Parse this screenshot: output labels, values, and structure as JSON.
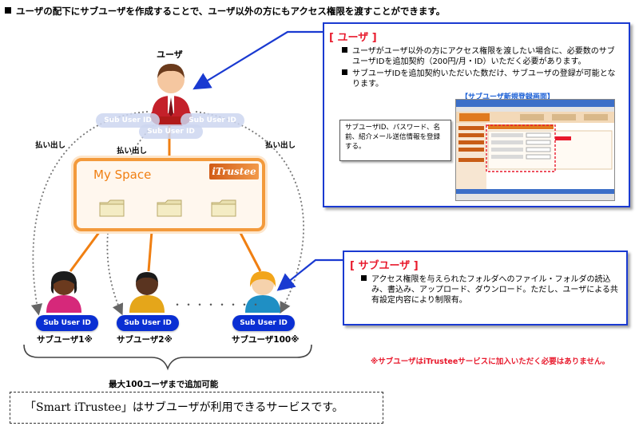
{
  "heading": "ユーザの配下にサブユーザを作成することで、ユーザ以外の方にもアクセス権限を渡すことができます。",
  "user_label": "ユーザ",
  "ghost_subuser_label": "Sub User ID",
  "harai_dashi": "払い出し",
  "myspace": {
    "title": "My Space",
    "logo_text": "iTrustee"
  },
  "sub_user_pill": "Sub User ID",
  "sub_users": [
    {
      "caption": "サブユーザ1※"
    },
    {
      "caption": "サブユーザ2※"
    },
    {
      "caption": "サブユーザ100※"
    }
  ],
  "dots": "・・・・・・・・",
  "max_label": "最大100ユーザまで追加可能",
  "bottom_note": "「Smart iTrustee」はサブユーザが利用できるサービスです。",
  "user_callout": {
    "title": "[ ユーザ ]",
    "bullets": [
      "ユーザがユーザ以外の方にアクセス権限を渡したい場合に、必要数のサブユーザIDを追加契約（200円/月・ID）いただく必要があります。",
      "サブユーザIDを追加契約いただいた数だけ、サブユーザの登録が可能となります。"
    ],
    "screenshot_caption": "【サブユーザ新規登録画面】",
    "screenshot_note": "サブユーザID、パスワード、名前、紹介メール送信情報を登録する。"
  },
  "subuser_callout": {
    "title": "[ サブユーザ ]",
    "bullets": [
      "アクセス権限を与えられたフォルダへのファイル・フォルダの読込み、書込み、アップロード、ダウンロード。ただし、ユーザによる共有設定内容により制限有。"
    ]
  },
  "footnote": "※サブユーザはiTrusteeサービスに加入いただく必要はありません。",
  "colors": {
    "accent_blue": "#0a2fd3",
    "callout_border": "#1a3ad1",
    "title_red": "#e8192c",
    "myspace_orange": "#f39a3c",
    "connector_orange": "#f07f12"
  }
}
